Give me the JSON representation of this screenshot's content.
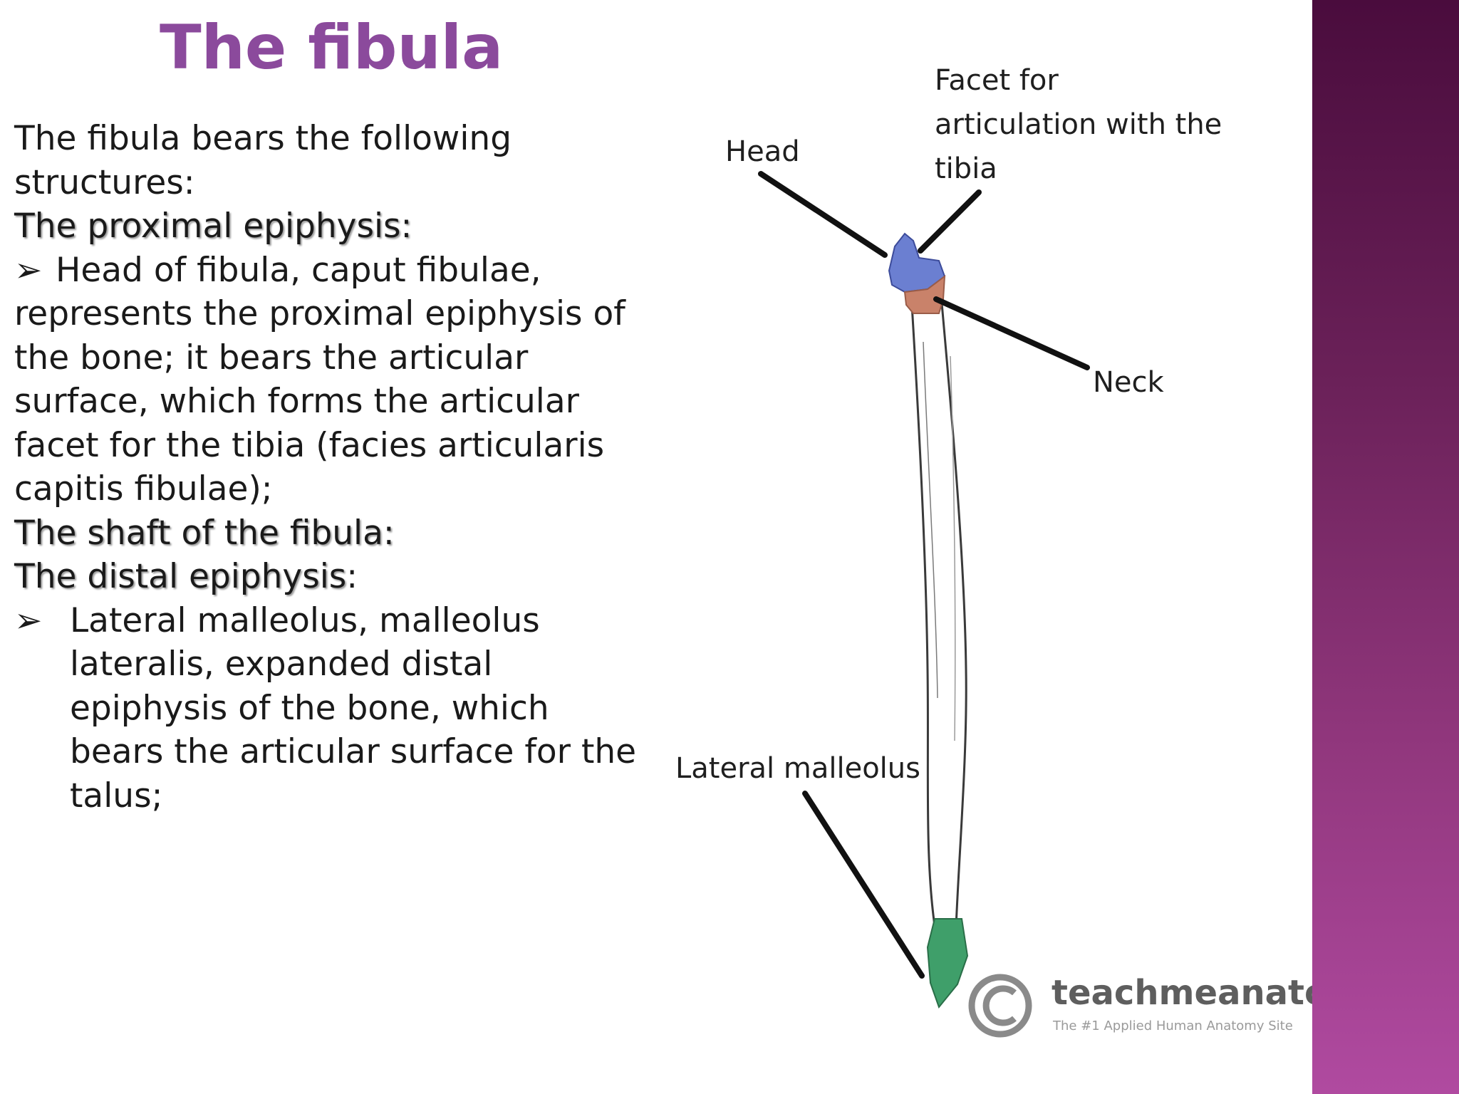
{
  "slide": {
    "title": "The fibula",
    "intro": "The fibula bears the following structures:",
    "proximal_heading": "The proximal epiphysis:",
    "proximal_bullet": "Head of fibula, caput fibulae, represents the proximal epiphysis of the bone; it bears the articular surface, which forms the articular facet for the tibia (facies articularis capitis fibulae);",
    "shaft_heading": "The shaft of the fibula:",
    "distal_heading": "The distal epiphysis",
    "distal_colon": ":",
    "distal_bullet": "Lateral malleolus, malleolus lateralis, expanded distal epiphysis of the bone, which bears the articular surface for the talus;",
    "bullet_symbol": "➢"
  },
  "figure": {
    "labels": {
      "head": "Head",
      "facet_line1": "Facet for",
      "facet_line2": "articulation with the",
      "facet_line3": "tibia",
      "neck": "Neck",
      "lateral_malleolus": "Lateral malleolus"
    },
    "colors": {
      "head": "#6b7fd1",
      "neck": "#c9826a",
      "malleolus": "#3f9f6a",
      "shaft_outline": "#3a3a3a"
    },
    "watermark": {
      "symbol": "©",
      "brand": "teachmeanatomy",
      "tagline": "The #1 Applied Human Anatomy Site"
    }
  },
  "theme": {
    "title_color": "#8b4a9c",
    "band_gradient": [
      "#4a0c3d",
      "#b04aa0"
    ]
  }
}
